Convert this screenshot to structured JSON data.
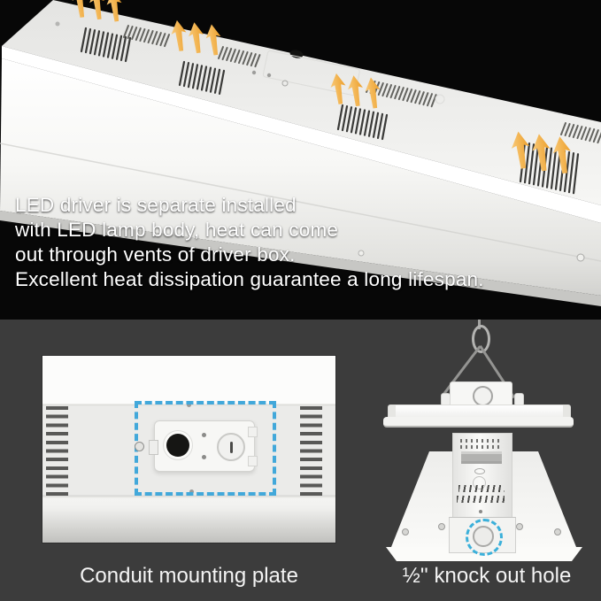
{
  "title": "LED linear high bay light — heat dissipation feature image",
  "colors": {
    "background_top": "#070707",
    "background_bottom": "#3c3c3c",
    "fixture_white": "#f2f2f0",
    "heat_arrow_orange": "#f0a433",
    "highlight_blue": "#42a8da",
    "text": "#ffffff"
  },
  "description": {
    "lines": [
      "LED driver is separate installed",
      "with LED lamp body, heat can come",
      "out through vents of driver box.",
      "Excellent heat dissipation guarantee a long lifespan."
    ]
  },
  "figures": {
    "conduit": {
      "caption": "Conduit mounting plate"
    },
    "knockout": {
      "caption": "½'' knock out hole"
    }
  },
  "icons": {
    "heat_arrows": "heat-arrow-icon",
    "hook": "hook-carabiner-icon"
  }
}
